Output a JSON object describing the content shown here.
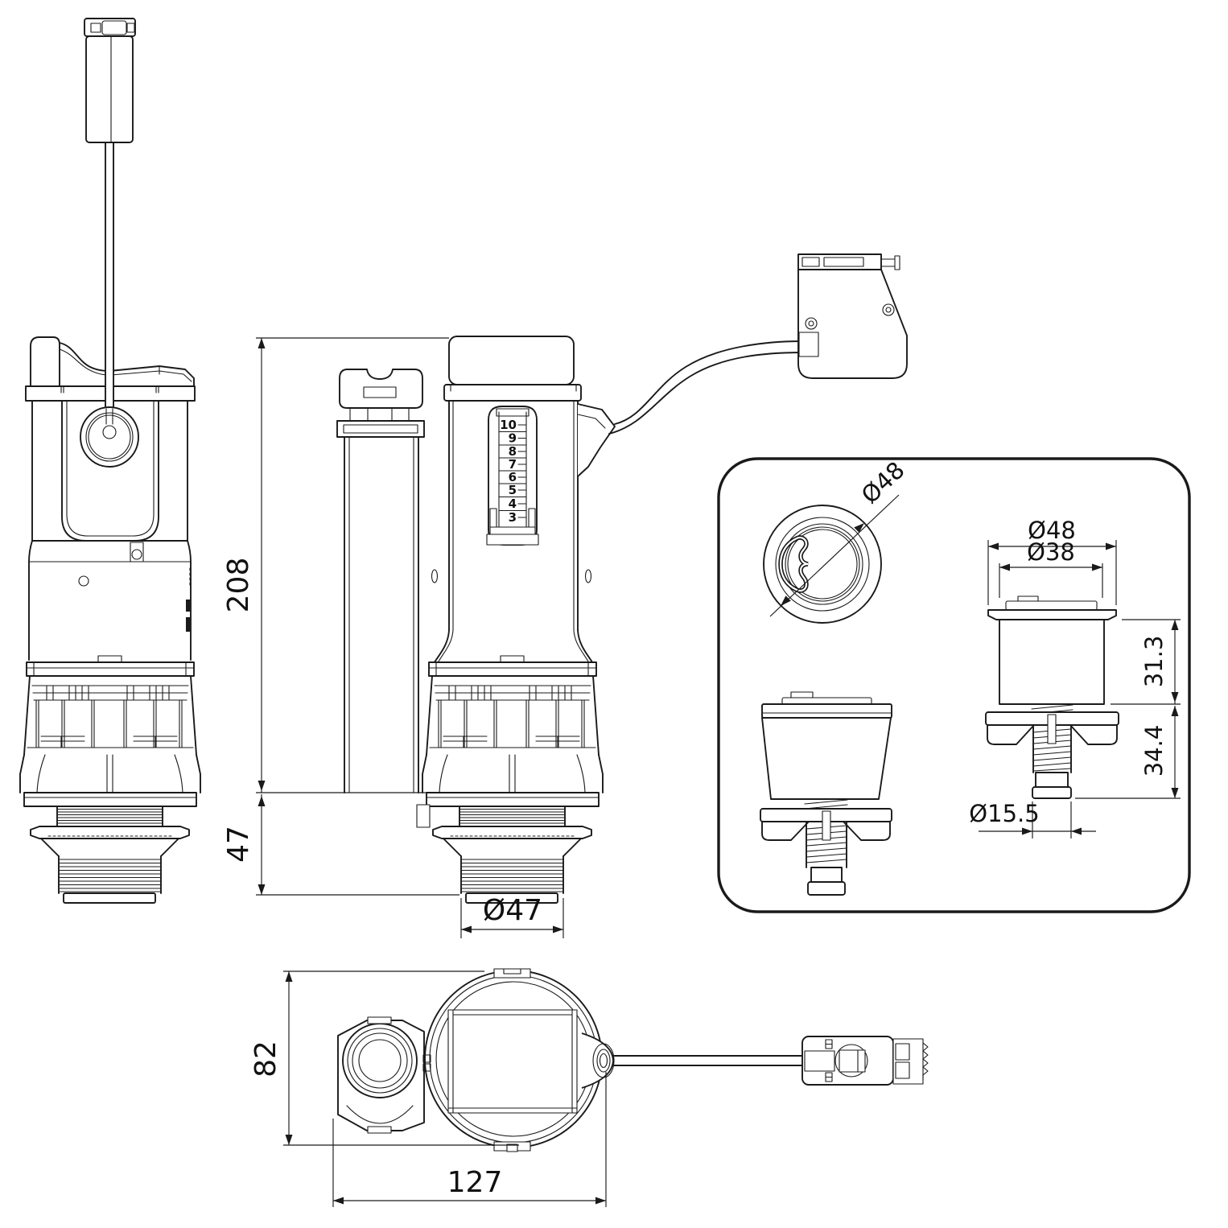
{
  "drawing": {
    "kind": "technical-dimension-drawing",
    "subject": "dual-flush toilet valve with cable push-button",
    "colors": {
      "line": "#1a1a1a",
      "background": "#ffffff"
    },
    "dimensions": {
      "total_height": "208",
      "thread_length": "47",
      "outlet_thread_diameter": "Ø47",
      "button_top_diameter": "Ø48",
      "button_flange_diameter": "Ø48",
      "button_body_diameter": "Ø38",
      "button_height_above": "31.3",
      "button_height_below": "34.4",
      "button_shaft_diameter": "Ø15.5",
      "base_depth": "82",
      "base_width": "127"
    },
    "scale": {
      "labels": [
        "10",
        "9",
        "8",
        "7",
        "6",
        "5",
        "4",
        "3"
      ]
    }
  }
}
